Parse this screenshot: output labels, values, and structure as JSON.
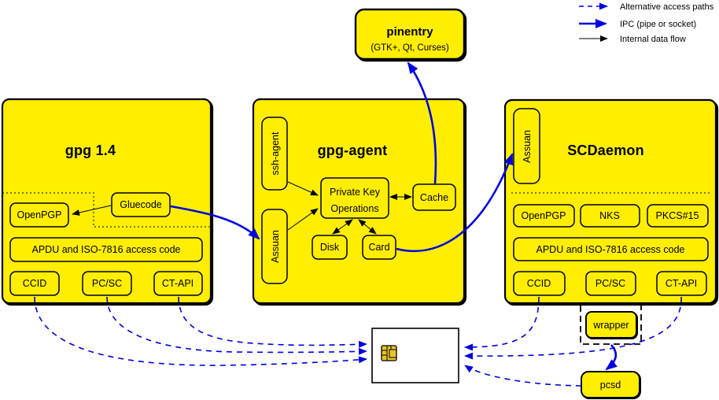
{
  "legend": {
    "items": [
      {
        "label": "Alternative access paths",
        "style": "dashed-blue"
      },
      {
        "label": "IPC (pipe or socket)",
        "style": "solid-blue-thick"
      },
      {
        "label": "Internal data flow",
        "style": "solid-black-thin"
      }
    ]
  },
  "pinentry": {
    "title": "pinentry",
    "subtitle": "(GTK+, Qt, Curses)"
  },
  "gpg14": {
    "title": "gpg 1.4",
    "openpgp": "OpenPGP",
    "gluecode": "Gluecode",
    "apdu": "APDU and ISO-7816 access code",
    "ccid": "CCID",
    "pcsc": "PC/SC",
    "ctapi": "CT-API"
  },
  "gpg_agent": {
    "title": "gpg-agent",
    "ssh_agent": "ssh-agent",
    "assuan": "Assuan",
    "pko_line1": "Private Key",
    "pko_line2": "Operations",
    "cache": "Cache",
    "disk": "Disk",
    "card": "Card"
  },
  "scdaemon": {
    "title": "SCDaemon",
    "assuan": "Assuan",
    "openpgp": "OpenPGP",
    "nks": "NKS",
    "pkcs15": "PKCS#15",
    "apdu": "APDU and ISO-7816 access code",
    "ccid": "CCID",
    "pcsc": "PC/SC",
    "ctapi": "CT-API",
    "wrapper": "wrapper",
    "pcsd": "pcsd"
  },
  "colors": {
    "box_fill": "#FFEE00",
    "blue": "#0000E0",
    "black": "#000000",
    "chip_gold": "#E8C32A",
    "card_fill": "#FFFFFF"
  }
}
